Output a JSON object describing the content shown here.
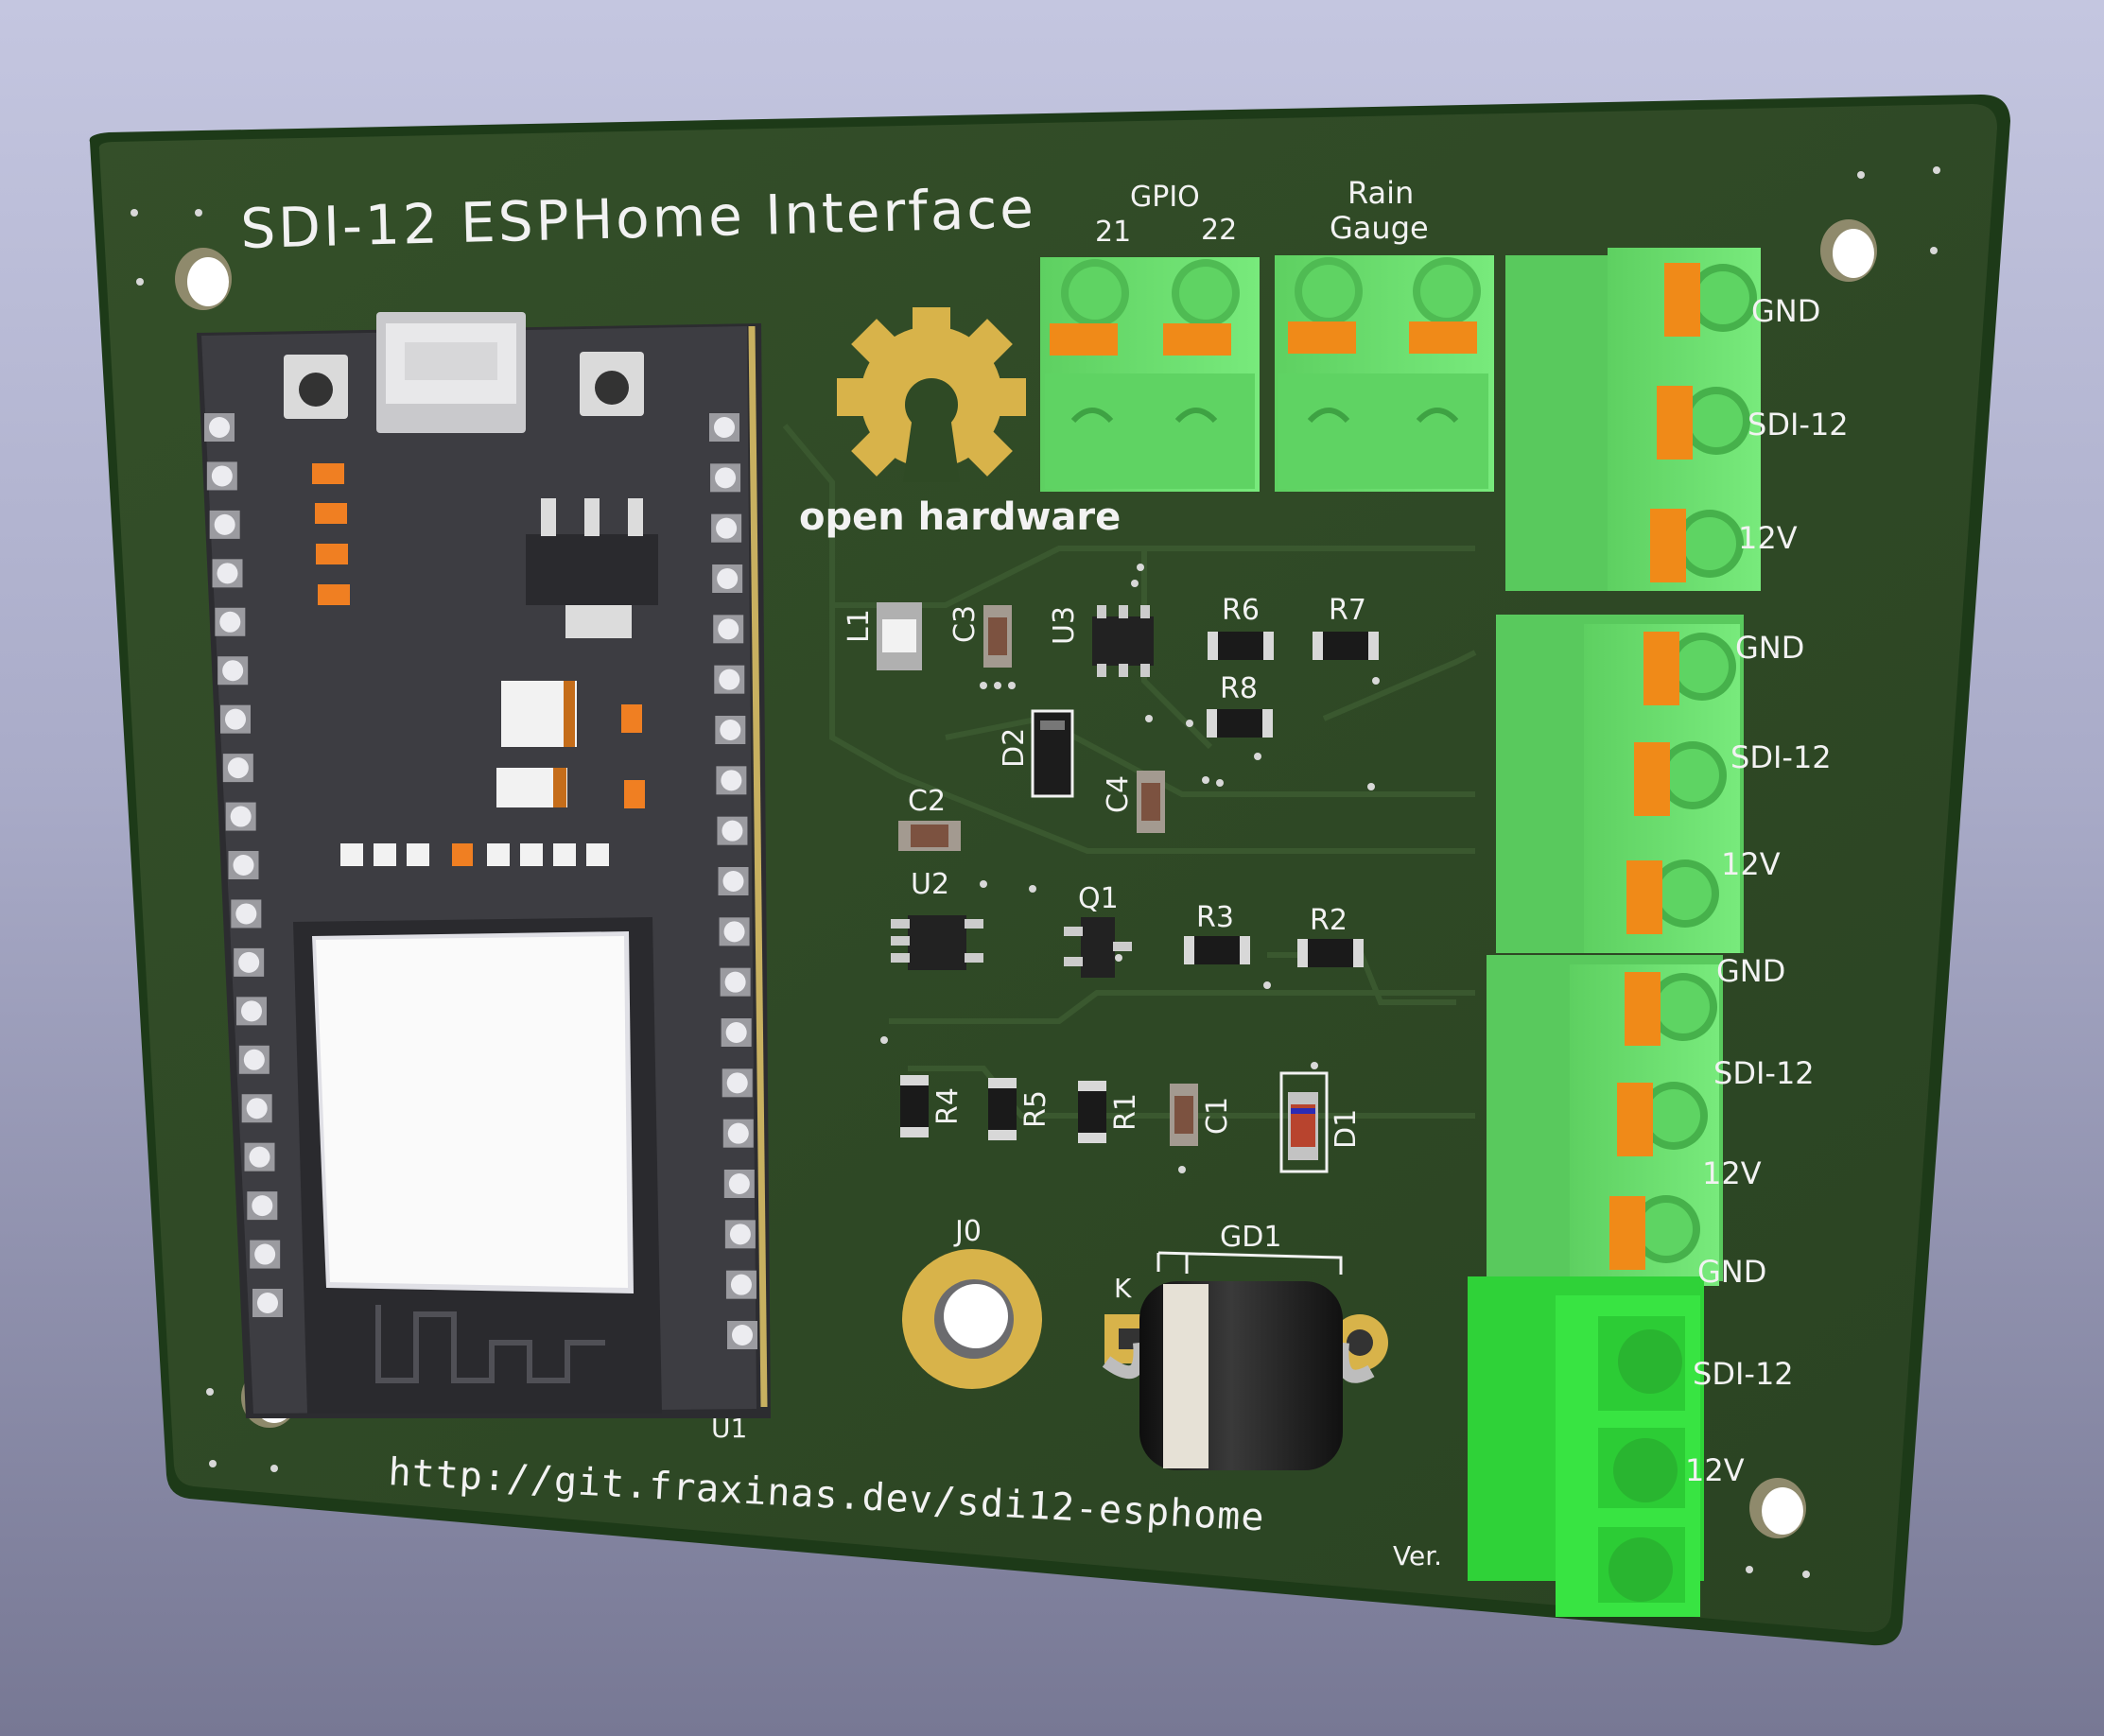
{
  "board": {
    "title": "SDI-12 ESPHome Interface",
    "url": "http://git.fraxinas.dev/sdi12-esphome",
    "version_label": "Ver.",
    "logo_text": "open hardware"
  },
  "headers": {
    "gpio": "GPIO",
    "gpio_pin_a": "21",
    "gpio_pin_b": "22",
    "rain_line1": "Rain",
    "rain_line2": "Gauge"
  },
  "terminals": {
    "gnd": "GND",
    "sdi12": "SDI-12",
    "v12": "12V",
    "gnd_b": "GND",
    "sdi12_b": "SDI-12",
    "v12_b": "12V",
    "gnd_c": "GND",
    "sdi12_c": "SDI-12",
    "v12_c": "12V",
    "gnd_d": "GND",
    "sdi12_d": "SDI-12",
    "v12_d": "12V"
  },
  "refs": {
    "L1": "L1",
    "C3": "C3",
    "U3": "U3",
    "R6": "R6",
    "R7": "R7",
    "R8": "R8",
    "D2": "D2",
    "C4": "C4",
    "C2": "C2",
    "U2": "U2",
    "Q1": "Q1",
    "R3": "R3",
    "R2": "R2",
    "R4": "R4",
    "R5": "R5",
    "R1": "R1",
    "C1": "C1",
    "D1": "D1",
    "J0": "J0",
    "GD1": "GD1",
    "K": "K",
    "U1": "U1"
  },
  "colors": {
    "pcb": "#2f4a25",
    "silk": "#f2f2f2",
    "gold": "#d8b34a",
    "terminal_green": "#66dd6a",
    "terminal_bright": "#33e23a",
    "module_grey": "#3b3b3f"
  }
}
